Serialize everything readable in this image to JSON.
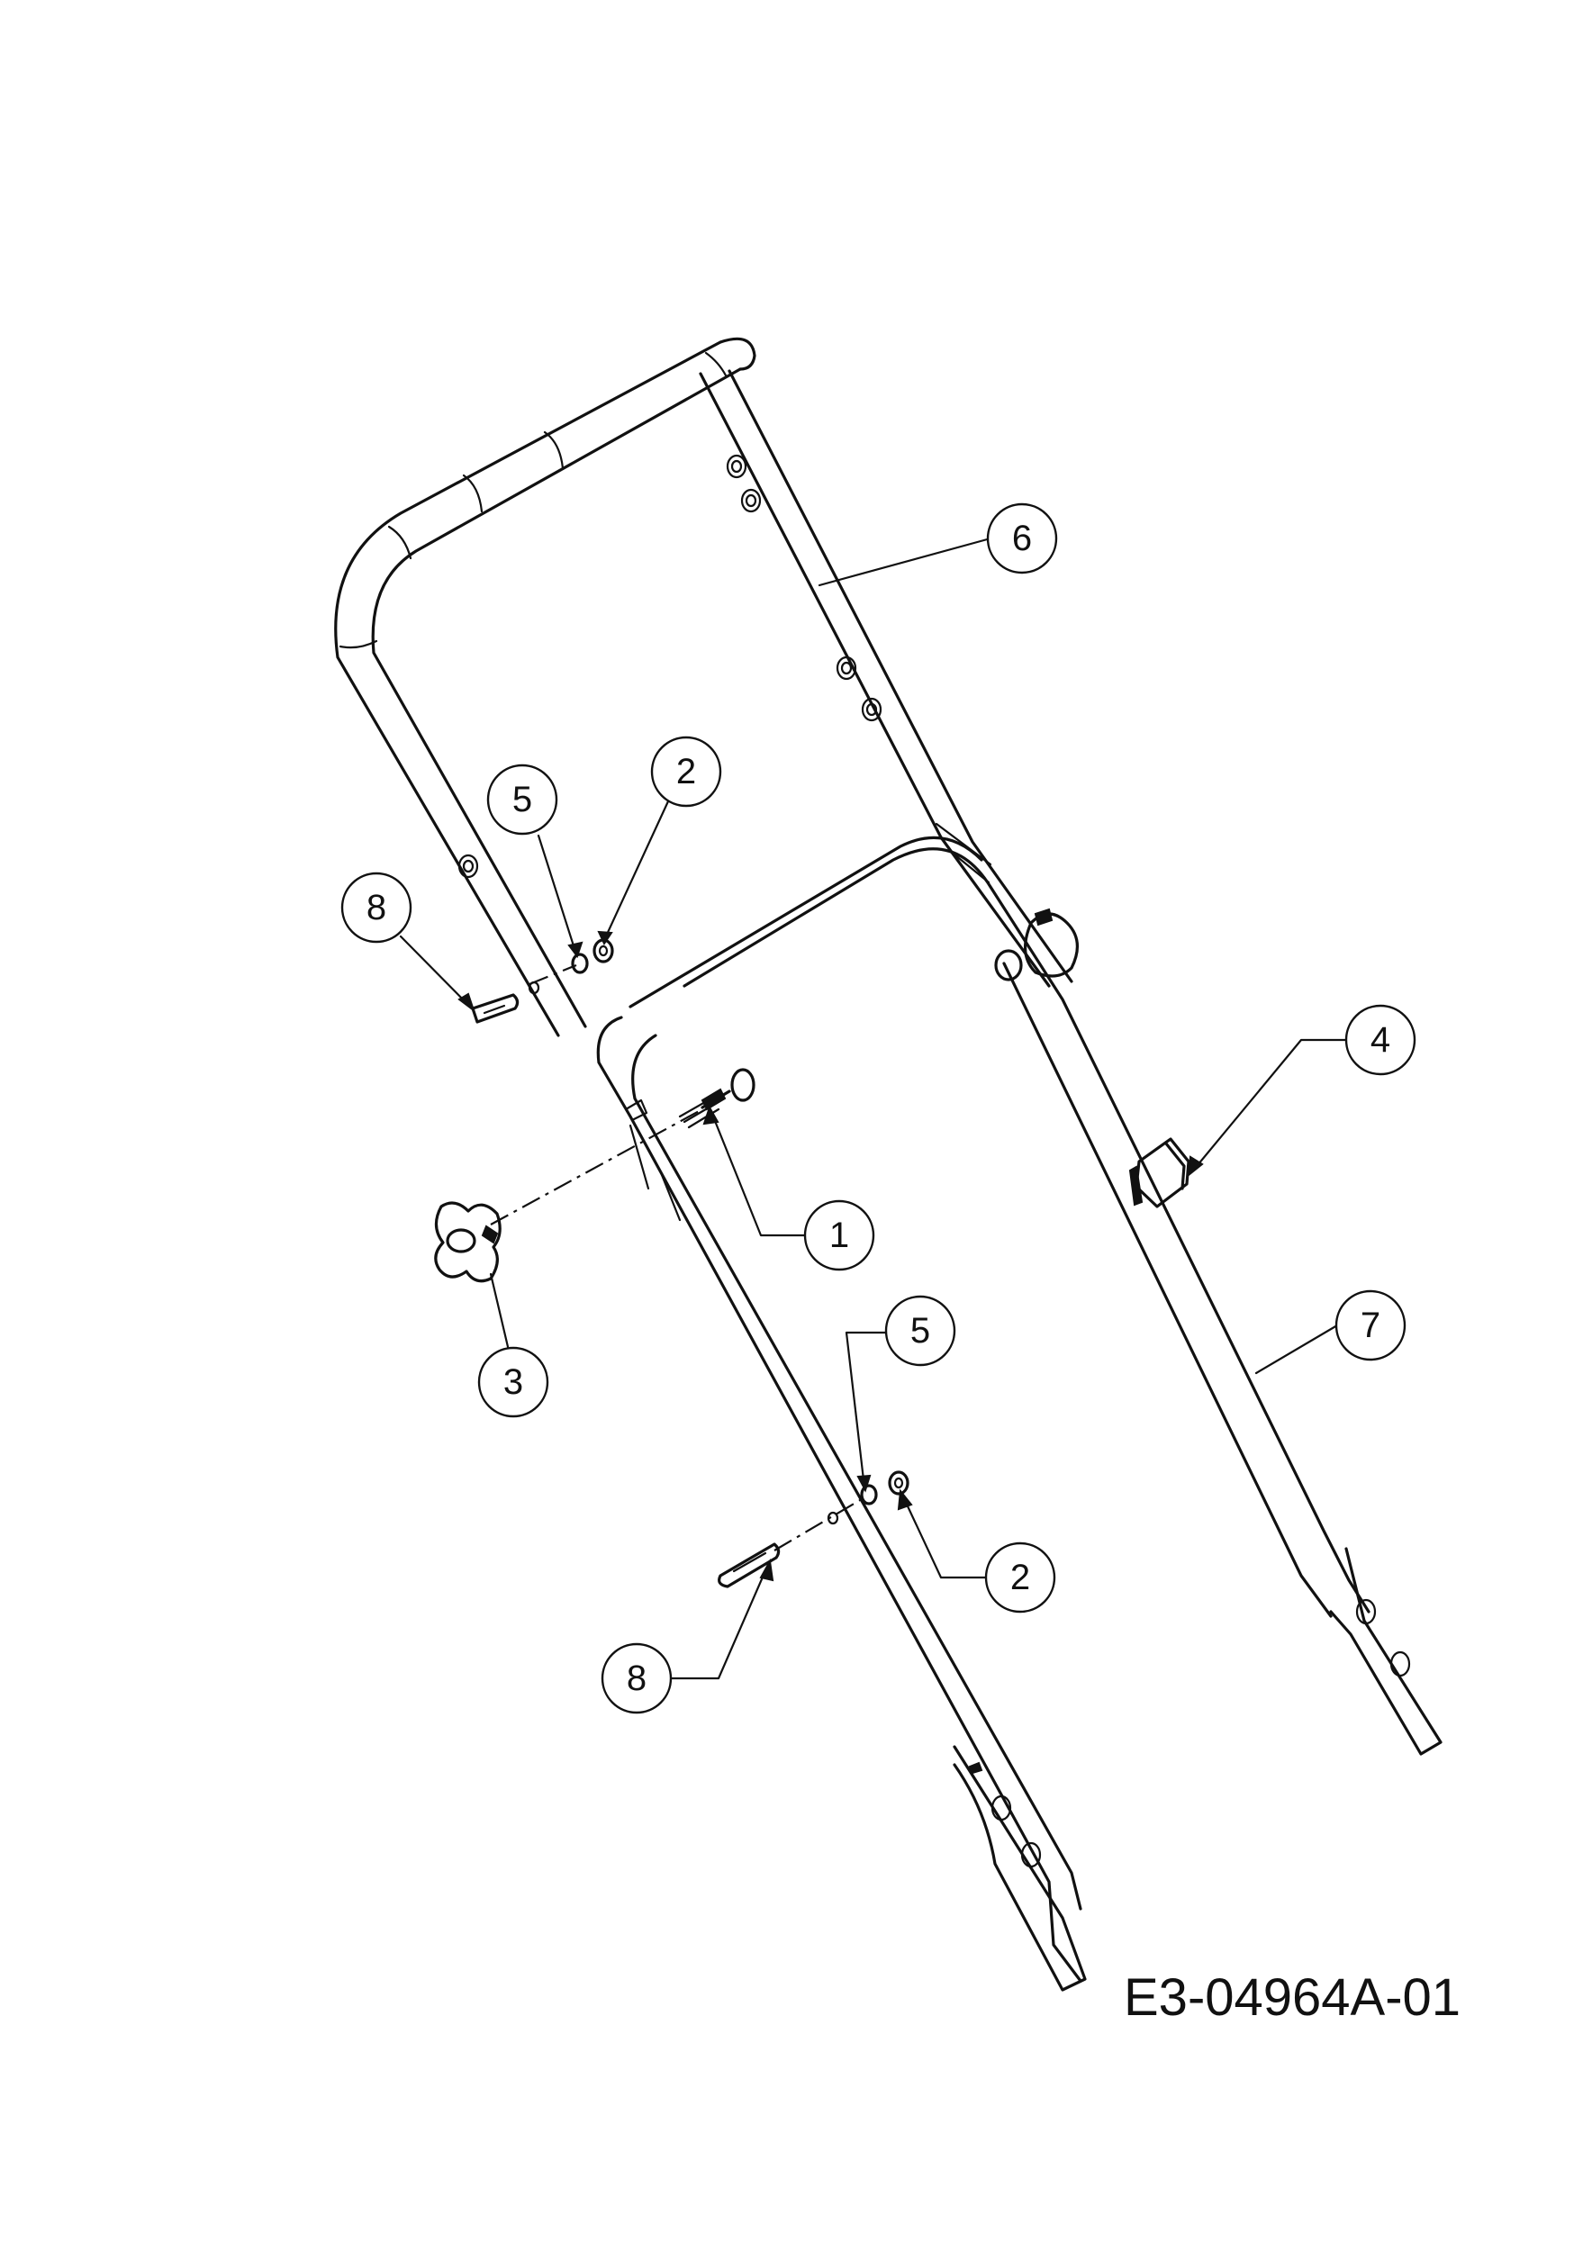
{
  "callouts": [
    {
      "id": "c6",
      "label": "6"
    },
    {
      "id": "c5a",
      "label": "5"
    },
    {
      "id": "c2a",
      "label": "2"
    },
    {
      "id": "c8a",
      "label": "8"
    },
    {
      "id": "c4",
      "label": "4"
    },
    {
      "id": "c1",
      "label": "1"
    },
    {
      "id": "c3",
      "label": "3"
    },
    {
      "id": "c7",
      "label": "7"
    },
    {
      "id": "c5b",
      "label": "5"
    },
    {
      "id": "c2b",
      "label": "2"
    },
    {
      "id": "c8b",
      "label": "8"
    }
  ],
  "drawing_code": "E3-04964A-01"
}
